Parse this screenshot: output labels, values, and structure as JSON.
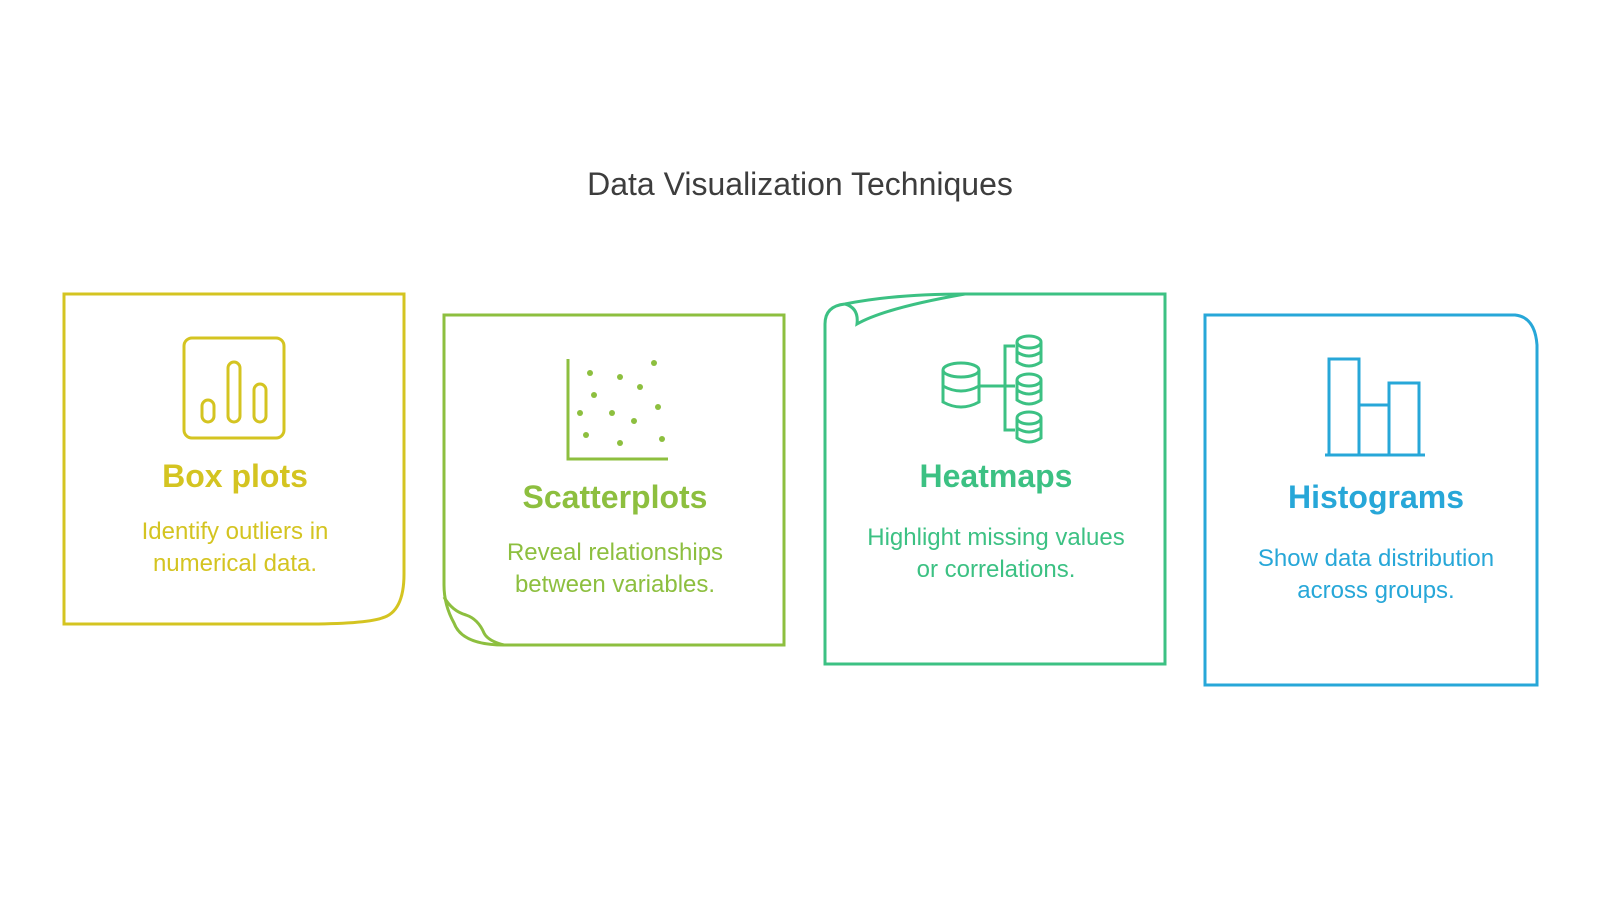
{
  "title": "Data Visualization Techniques",
  "cards": [
    {
      "heading": "Box plots",
      "description": "Identify outliers in numerical data.",
      "color": "#D4C421",
      "icon": "bar-chart-icon"
    },
    {
      "heading": "Scatterplots",
      "description": "Reveal relationships between variables.",
      "color": "#8DBF3F",
      "icon": "scatter-plot-icon"
    },
    {
      "heading": "Heatmaps",
      "description": "Highlight missing values or correlations.",
      "color": "#3CC183",
      "icon": "database-icon"
    },
    {
      "heading": "Histograms",
      "description": "Show data distribution across groups.",
      "color": "#27A7D8",
      "icon": "histogram-icon"
    }
  ]
}
